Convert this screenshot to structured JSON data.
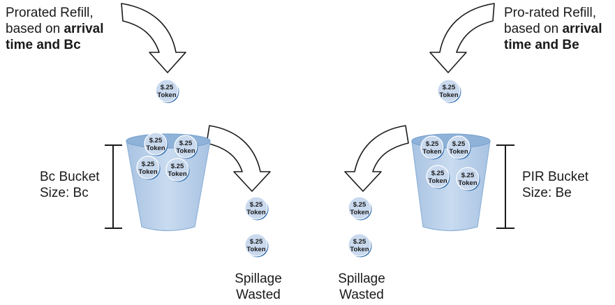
{
  "token": {
    "line1": "$.25",
    "line2": "Token"
  },
  "left_refill": {
    "line1": "Prorated Refill,",
    "line2_prefix": "based on ",
    "line2_bold": "arrival",
    "line3_bold": "time and Bc"
  },
  "right_refill": {
    "line1": "Pro-rated Refill,",
    "line2_prefix": "based on ",
    "line2_bold": "arrival",
    "line3_bold": "time and Be"
  },
  "left_bucket": {
    "line1": "Bc Bucket",
    "line2": "Size: Bc"
  },
  "right_bucket": {
    "line1": "PIR Bucket",
    "line2": "Size: Be"
  },
  "left_spill": {
    "line1": "Spillage",
    "line2": "Wasted"
  },
  "right_spill": {
    "line1": "Spillage",
    "line2": "Wasted"
  },
  "colors": {
    "bucket_fill": "#b9cfe6",
    "bucket_rim": "#8fb2d8",
    "token_fill": "#c9d9ee",
    "token_edge": "#2f6db0",
    "arrow_stroke": "#1a1a1a"
  }
}
